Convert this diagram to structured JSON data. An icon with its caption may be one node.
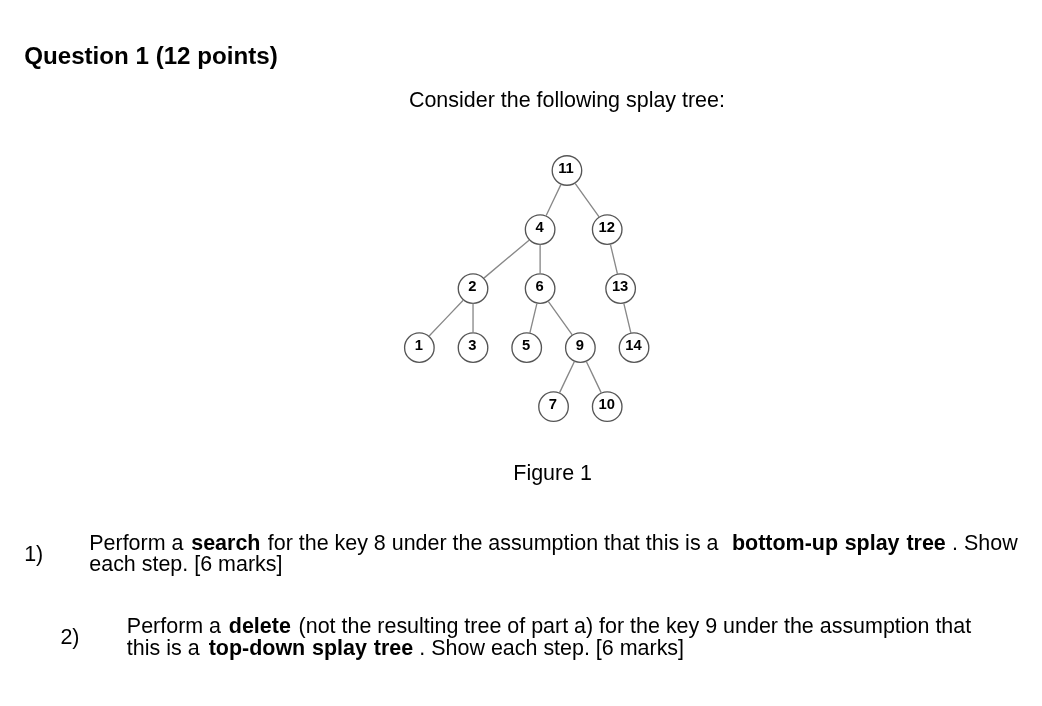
{
  "diagram": {
    "title": "Question 1 (12 points)",
    "caption": "Figure 1",
    "nodes": [
      {
        "text": [
          "11"
        ]
      },
      {
        "text": [
          "4"
        ]
      },
      {
        "text": [
          "12"
        ]
      },
      {
        "text": [
          "2"
        ]
      },
      {
        "text": [
          "6"
        ]
      },
      {
        "text": [
          "13"
        ]
      },
      {
        "text": [
          "1"
        ]
      },
      {
        "text": [
          "3"
        ]
      },
      {
        "text": [
          "5"
        ]
      },
      {
        "text": [
          "9"
        ]
      },
      {
        "text": [
          "14"
        ]
      },
      {
        "text": [
          "7"
        ]
      },
      {
        "text": [
          "10"
        ]
      }
    ],
    "edges": [
      {
        "from": 0,
        "to": 1,
        "arrow": "none"
      },
      {
        "from": 0,
        "to": 2,
        "arrow": "none"
      },
      {
        "from": 1,
        "to": 3,
        "arrow": "none"
      },
      {
        "from": 1,
        "to": 4,
        "arrow": "none"
      },
      {
        "from": 2,
        "to": 5,
        "arrow": "none"
      },
      {
        "from": 3,
        "to": 6,
        "arrow": "none"
      },
      {
        "from": 3,
        "to": 7,
        "arrow": "none"
      },
      {
        "from": 4,
        "to": 8,
        "arrow": "none"
      },
      {
        "from": 4,
        "to": 9,
        "arrow": "none"
      },
      {
        "from": 5,
        "to": 10,
        "arrow": "none"
      },
      {
        "from": 9,
        "to": 11,
        "arrow": "none"
      },
      {
        "from": 9,
        "to": 12,
        "arrow": "none"
      }
    ],
    "labels": [
      "Consider the following splay tree:",
      "1)",
      "Perform a **search** for the key 8 under the assumption that this is a **bottom-up splay tree**. Show each step. [6 marks]",
      "2)",
      "Perform a **delete** (not the resulting tree of part a) for the key 9 under the assumption that this is a **top-down splay tree**. Show each step. [6 marks]"
    ]
  }
}
